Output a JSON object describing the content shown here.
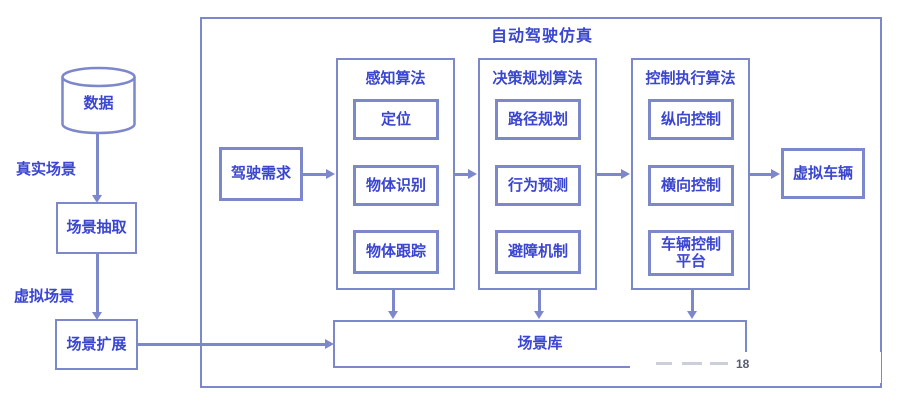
{
  "diagram": {
    "title": "自动驾驶仿真"
  },
  "left_panel": {
    "database": "数据",
    "real_scene": "真实场景",
    "scene_extraction": "场景抽取",
    "virtual_scene": "虚拟场景",
    "scene_expansion": "场景扩展"
  },
  "pipeline": {
    "driving_demand": "驾驶需求",
    "columns": [
      {
        "header": "感知算法",
        "items": [
          "定位",
          "物体识别",
          "物体跟踪"
        ]
      },
      {
        "header": "决策规划算法",
        "items": [
          "路径规划",
          "行为预测",
          "避障机制"
        ]
      },
      {
        "header": "控制执行算法",
        "items": [
          "纵向控制",
          "横向控制",
          "车辆控制平台"
        ]
      }
    ],
    "virtual_vehicle": "虚拟车辆",
    "scene_library": "场景库"
  },
  "watermark": {
    "remnant_text": "18"
  },
  "colors": {
    "line": "#7d87cb",
    "text": "#3a45d0",
    "background": "#ffffff"
  }
}
